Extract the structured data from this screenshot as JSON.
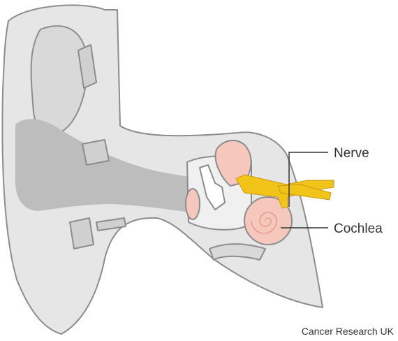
{
  "labels": {
    "nerve": "Nerve",
    "cochlea": "Cochlea"
  },
  "credit": "Cancer Research UK",
  "colors": {
    "tissue": "#e6e6e6",
    "canal": "#bdbdbd",
    "outline": "#8c8c8c",
    "cochlea": "#f6c7bc",
    "nerve": "#f2c318",
    "text": "#333333"
  }
}
